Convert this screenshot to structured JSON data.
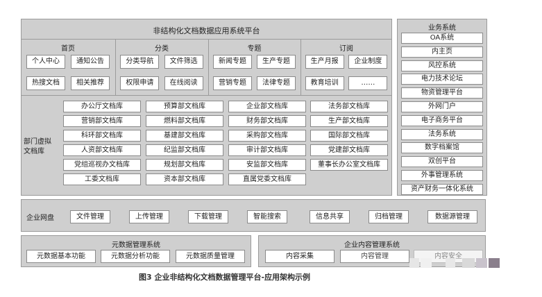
{
  "platform_title": "非结构化文档数据应用系统平台",
  "nav_groups": [
    {
      "title": "首页",
      "items": [
        "个人中心",
        "通知公告",
        "热搜文档",
        "相关推荐"
      ]
    },
    {
      "title": "分类",
      "items": [
        "分类导航",
        "文件筛选",
        "权限申请",
        "在线阅读"
      ]
    },
    {
      "title": "专题",
      "items": [
        "新闻专题",
        "生产专题",
        "营销专题",
        "法律专题"
      ]
    },
    {
      "title": "订阅",
      "items": [
        "生产月报",
        "企业制度",
        "教育培训",
        "……"
      ]
    }
  ],
  "dept_section": {
    "label": "部门虚拟\n文档库",
    "rows": [
      [
        "办公厅文档库",
        "预算部文档库",
        "企业部文档库",
        "法务部文档库"
      ],
      [
        "营销部文档库",
        "燃料部文档库",
        "财务部文档库",
        "生产部文档库"
      ],
      [
        "科环部文档库",
        "基建部文档库",
        "采购部文档库",
        "国际部文档库"
      ],
      [
        "人资部文档库",
        "纪监部文档库",
        "审计部文档库",
        "党建部文档库"
      ],
      [
        "党组巡视办文档库",
        "规划部文档库",
        "安监部文档库",
        "董事长办公室文档库"
      ],
      [
        "工委文档库",
        "资本部文档库",
        "直属党委文档库"
      ]
    ]
  },
  "netdisk": {
    "label": "企业网盘",
    "items": [
      "文件管理",
      "上传管理",
      "下载管理",
      "智能搜索",
      "信息共享",
      "归档管理",
      "数据源管理"
    ]
  },
  "metadata_mgmt": {
    "title": "元数据管理系统",
    "items": [
      "元数据基本功能",
      "元数据分析功能",
      "元数据质量管理"
    ]
  },
  "content_mgmt": {
    "title": "企业内容管理系统",
    "items": [
      "内容采集",
      "内容管理",
      "内容安全"
    ]
  },
  "business_systems": {
    "title": "业务系统",
    "items": [
      "OA系统",
      "内主页",
      "风控系统",
      "电力技术论坛",
      "物资管理平台",
      "外网门户",
      "电子商务平台",
      "法务系统",
      "数字档案馆",
      "双创平台",
      "外事管理系统",
      "资产财务一体化系统"
    ]
  },
  "caption": "图3  企业非结构化文档数据管理平台-应用架构示例"
}
